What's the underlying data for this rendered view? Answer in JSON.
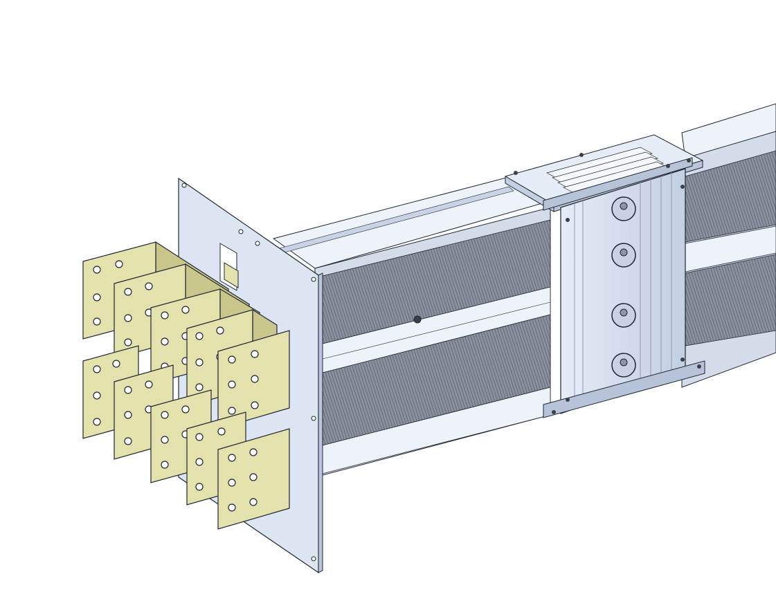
{
  "drawing": {
    "kind": "isometric-technical-drawing",
    "subject_parts": [
      "busbar-trunking-duct",
      "flange-end-plate",
      "joint-block",
      "busbar-connection-terminals"
    ],
    "colors": {
      "background": "#ffffff",
      "housing": "#dde5f2",
      "housing_dark": "#b9c6dc",
      "housing_light": "#eef2f9",
      "cooling_fins": "#6f7682",
      "terminal_plate": "#e3e1ac",
      "terminal_shadow": "#c9c68c",
      "outline": "#1f2530",
      "clamp": "#c2cde0"
    },
    "terminal_count": 10,
    "joint_bolts": 4
  }
}
